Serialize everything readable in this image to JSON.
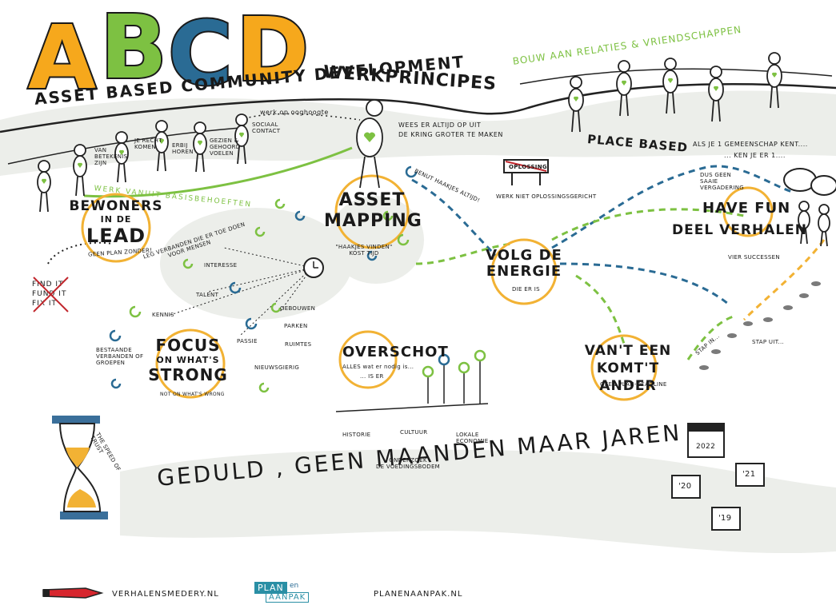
{
  "header": {
    "letters": [
      "A",
      "B",
      "C",
      "D"
    ],
    "subtitle": "Asset Based Community Development",
    "werkprincipes": "WERKPRINCIPES",
    "relaties": "BOUW AAN RELATIES & VRIENDSCHAPPEN",
    "werk_ooghoogte": "werk op ooghoogte",
    "kring_line1": "WEES ER ALTIJD OP UIT",
    "kring_line2": "DE KRING GROTER TE MAKEN",
    "place_based": "PLACE BASED",
    "als_je": "ALS JE 1 GEMEENSCHAP KENT....",
    "ken_je": "... KEN JE ER 1...."
  },
  "needs": {
    "items": [
      "VAN BETEKENIS ZIJN",
      "JE RECHT KOMEN",
      "ERBIJ HOREN",
      "GEZIEN & GEHOORD VOELEN",
      "SOCIAAL CONTACT"
    ],
    "basisbehoeften": "WERK VANUIT BASISBEHOEFTEN"
  },
  "bewoners": {
    "line1": "BEWONERS",
    "line2": "IN DE",
    "line3": "LEAD",
    "sub": "GEEN PLAN ZONDER!"
  },
  "fix": [
    "FIND IT",
    "FUND IT",
    "FIX IT"
  ],
  "asset": {
    "line1": "ASSET",
    "line2": "MAPPING",
    "sub1": "\"HAAKJES VINDEN\"",
    "sub2": "KOST TIJD",
    "haakjes": "BENUT HAAKJES ALTIJD!"
  },
  "assets_words": {
    "leg": "LEG VERBANDEN DIE ER TOE DOEN",
    "leg2": "VOOR MENSEN",
    "interesse": "INTERESSE",
    "talent": "TALENT",
    "kennis": "KENNIS",
    "gebouwen": "GEBOUWEN",
    "parken": "PARKEN",
    "passie": "PASSIE",
    "ruimtes": "RUIMTES",
    "nieuwsgierig": "NIEUWSGIERIG",
    "bestaande": "BESTAANDE VERBANDEN OF GROEPEN"
  },
  "oplossing": {
    "sign": "OPLOSSING",
    "line": "WERK NIET OPLOSSINGSGERICHT"
  },
  "volg": {
    "line1": "VOLG DE",
    "line2": "ENERGIE",
    "sub": "DIE ER IS"
  },
  "fun": {
    "line1": "HAVE FUN",
    "line2": "DEEL VERHALEN",
    "vier": "VIER SUCCESSEN",
    "saaie": "DUS GEEN SAAIE VERGADERING"
  },
  "focus": {
    "line1": "FOCUS",
    "line2": "ON WHAT'S",
    "line3": "STRONG",
    "sub": "NOT ON WHAT'S WRONG"
  },
  "overschot": {
    "title": "OVERSCHOT",
    "line2": "ALLES wat er nodig is...",
    "line3": "... IS ER",
    "historie": "HISTORIE",
    "cultuur": "CULTUUR",
    "lokale": "LOKALE ECONOMIE",
    "onderzoek1": "ONDERZOEK",
    "onderzoek2": "DE VOEDINGSBODEM"
  },
  "vanteen": {
    "line1": "VAN'T EEN",
    "line2": "KOMT'T ANDER",
    "sub": "GEEN PLAN-DEADLINE"
  },
  "steps": {
    "stap_in": "STAP IN...",
    "stap_uit": "STAP UIT..."
  },
  "speed": "THE SPEED OF TRUST",
  "geduld": "GEDULD , GEEN MAANDEN MAAR JAREN",
  "years": [
    "2022",
    "'21",
    "'20",
    "'19"
  ],
  "footer": {
    "site1": "VERHALENSMEDERY.NL",
    "logo_plan": "PLAN",
    "logo_en": "en",
    "logo_aanpak": "AANPAK",
    "site2": "PLANENAANPAK.NL"
  },
  "colors": {
    "orange": "#f6a81c",
    "green": "#7dc142",
    "blue": "#2a6b94",
    "yellow_circle": "#f2b234",
    "grey": "#e8ebe6"
  }
}
